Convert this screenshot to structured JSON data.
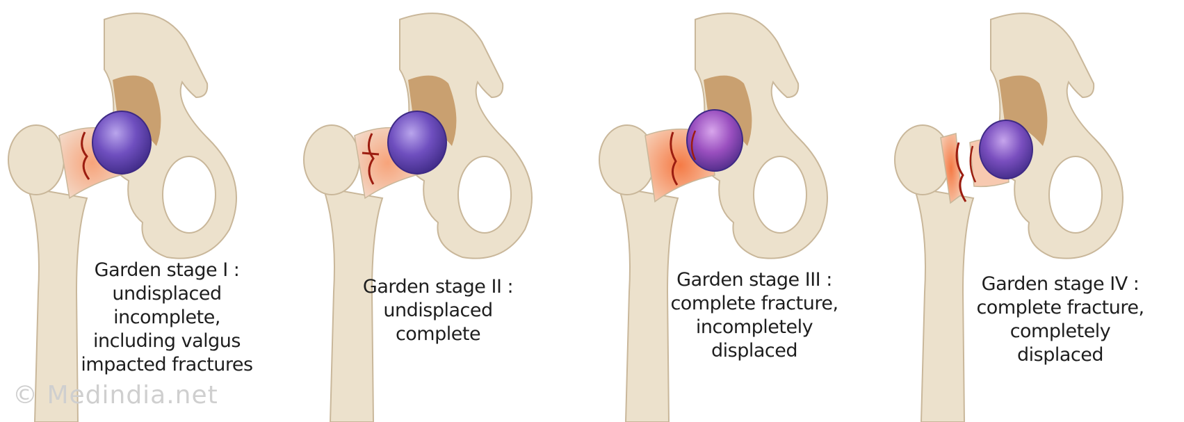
{
  "stages": [
    {
      "id": "stage-1",
      "lines": [
        "Garden stage I :",
        "undisplaced",
        "incomplete,",
        "including valgus",
        "impacted fractures"
      ]
    },
    {
      "id": "stage-2",
      "lines": [
        "Garden stage II :",
        "undisplaced",
        "complete"
      ]
    },
    {
      "id": "stage-3",
      "lines": [
        "Garden stage III :",
        "complete fracture,",
        "incompletely",
        "displaced"
      ]
    },
    {
      "id": "stage-4",
      "lines": [
        "Garden stage IV :",
        "complete fracture,",
        "completely",
        "displaced"
      ]
    }
  ],
  "watermark": "© Medindia.net",
  "colors": {
    "bone": "#ece1cc",
    "bone_outline": "#c9b79a",
    "cancellous": "#c9a070",
    "femoral_head": "#6b4bb5",
    "fracture_glow": "#f28a55",
    "fracture_line": "#9c1d10"
  }
}
